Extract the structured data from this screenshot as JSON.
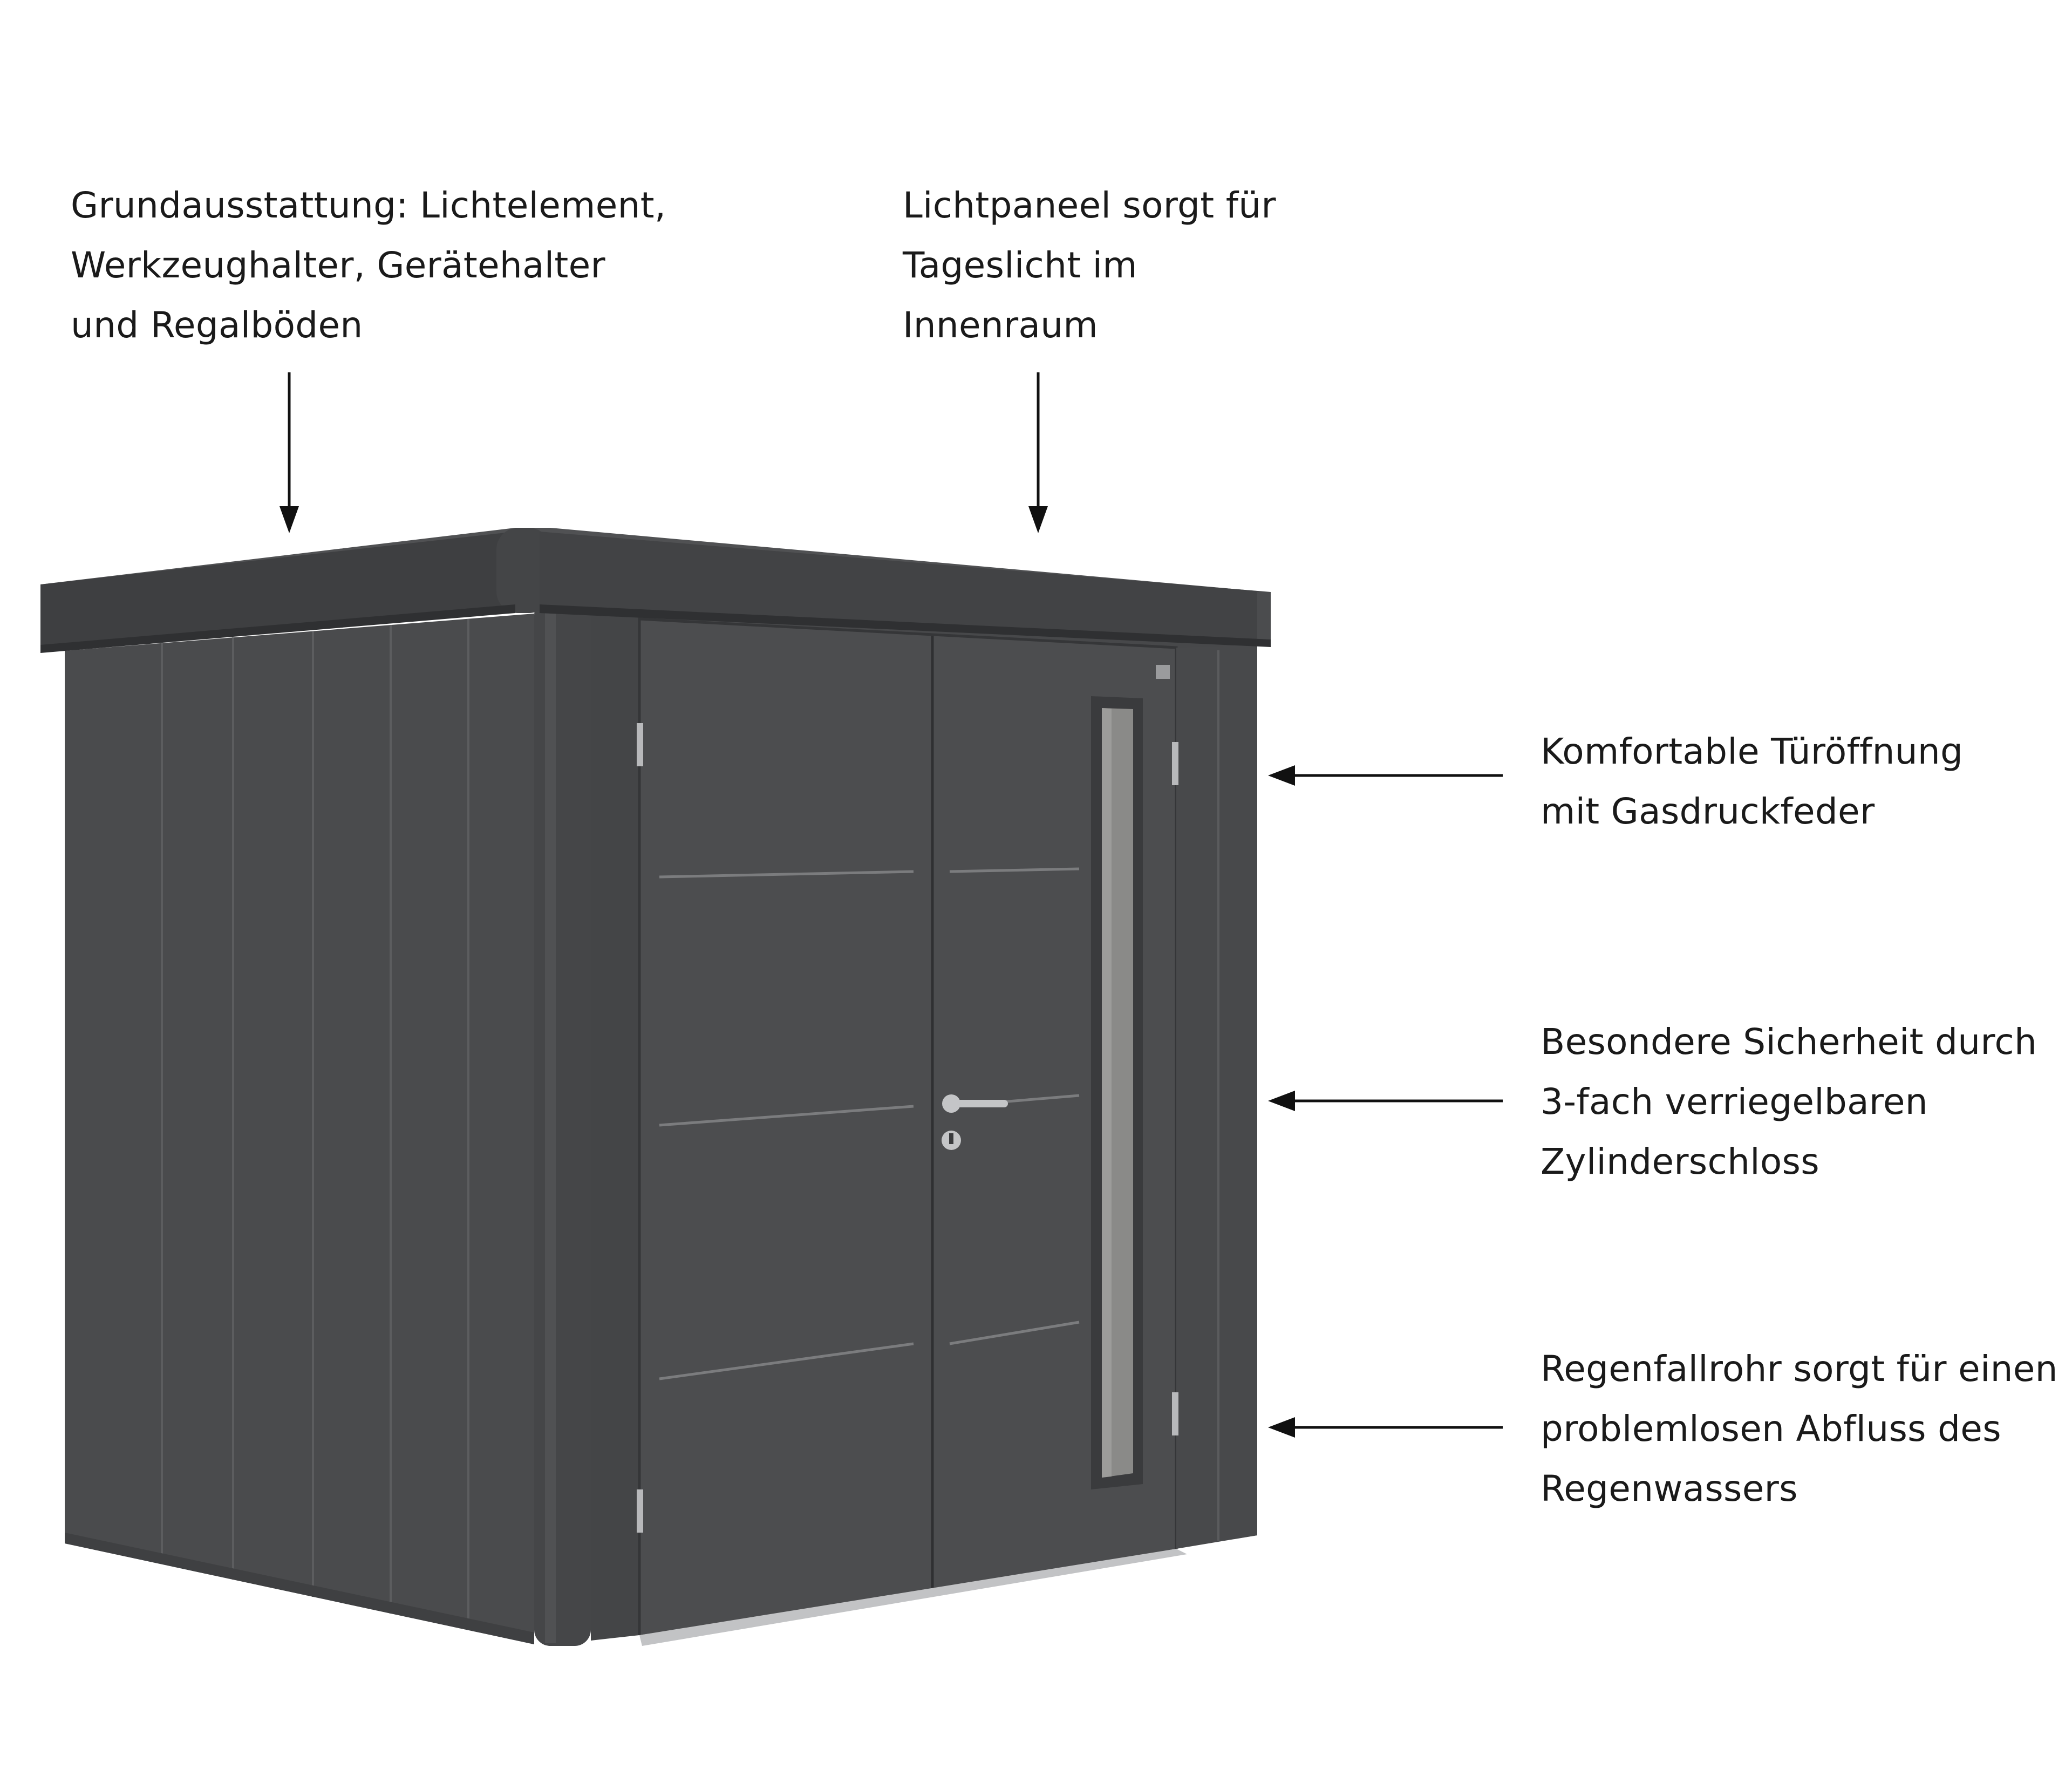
{
  "callouts": {
    "toolkit": {
      "lines": [
        "Grundausstattung: Lichtelement,",
        "Werkzeughalter, Gerätehalter",
        "und Regalböden"
      ]
    },
    "skylight": {
      "lines": [
        "Lichtpaneel sorgt für",
        "Tageslicht im",
        "Innenraum"
      ]
    },
    "door_opening": {
      "lines": [
        "Komfortable Türöffnung",
        "mit Gasdruckfeder"
      ]
    },
    "security": {
      "lines": [
        "Besondere Sicherheit durch",
        "3-fach verriegelbaren",
        "Zylinderschloss"
      ]
    },
    "gutter": {
      "lines": [
        "Regenfallrohr sorgt für einen",
        "problemlosen Abfluss des",
        "Regenwassers"
      ]
    }
  },
  "colors": {
    "shed_body": "#4a4b4d",
    "shed_dark": "#3c3d3f",
    "roof_top": "#4f5052",
    "groove": "#5b5c5e",
    "glass": "#8a8a88",
    "trim": "#b8b9bb",
    "arrow": "#111111",
    "text": "#1a1a1a"
  }
}
